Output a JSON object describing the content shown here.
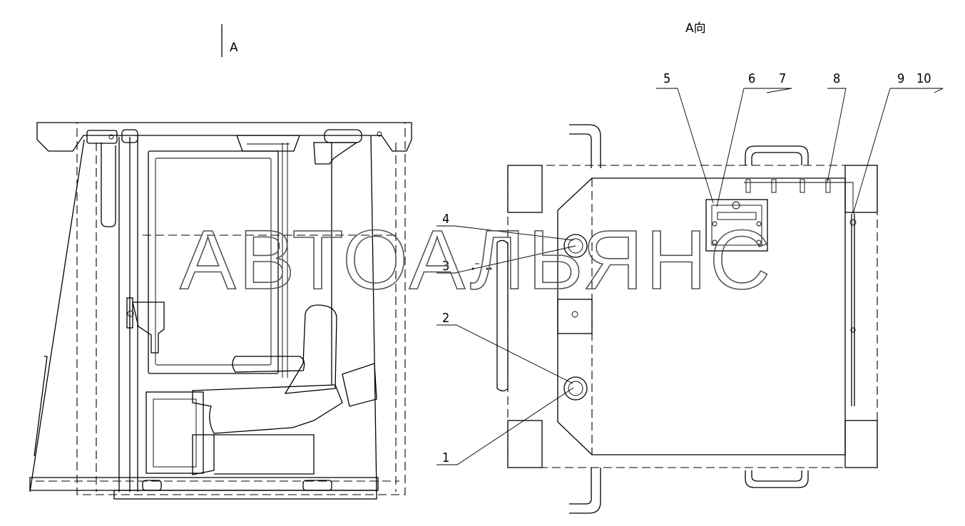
{
  "view_marker_label": "A",
  "view_title": "A向",
  "watermark": "АВТОАЛЬЯНС",
  "callouts": [
    "1",
    "2",
    "3",
    "4",
    "5",
    "6",
    "7",
    "8",
    "9",
    "10"
  ]
}
